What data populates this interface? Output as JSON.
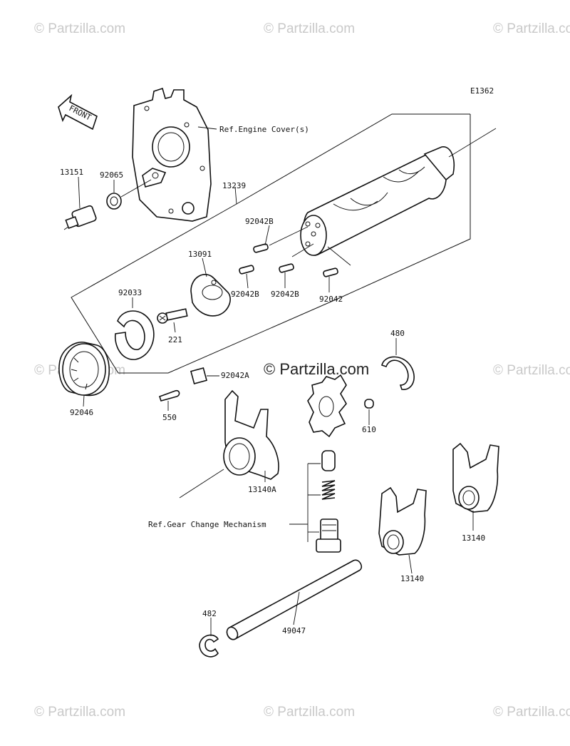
{
  "diagram_code": "E1362",
  "front_arrow_text": "FRONT",
  "watermark_text": "© Partzilla.com",
  "center_watermark_text": "© Partzilla.com",
  "callouts": {
    "ref_engine_cover": "Ref.Engine Cover(s)",
    "ref_gear_change": "Ref.Gear Change Mechanism",
    "p13239": "13239",
    "p92065": "92065",
    "p13151": "13151",
    "p13091": "13091",
    "p92042B_top": "92042B",
    "p92042B_left": "92042B",
    "p92042B_mid": "92042B",
    "p92042": "92042",
    "p92033": "92033",
    "p221": "221",
    "p92046": "92046",
    "p92042A": "92042A",
    "p550": "550",
    "p480": "480",
    "p610": "610",
    "p13140A": "13140A",
    "p13140_right": "13140",
    "p13140_mid": "13140",
    "p482": "482",
    "p49047": "49047"
  }
}
